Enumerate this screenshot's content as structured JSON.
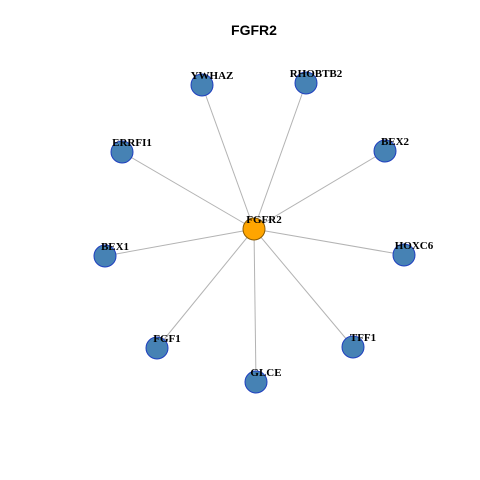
{
  "title": "FGFR2",
  "colors": {
    "hub_fill": "#FFA500",
    "hub_stroke": "#8B5A00",
    "node_fill": "#4682B4",
    "node_stroke": "#1F3FBF",
    "edge": "#B3B3B3"
  },
  "hub": {
    "id": "FGFR2",
    "label": "FGFR2"
  },
  "nodes": [
    {
      "id": "YWHAZ",
      "label": "YWHAZ"
    },
    {
      "id": "RHOBTB2",
      "label": "RHOBTB2"
    },
    {
      "id": "ERRFI1",
      "label": "ERRFI1"
    },
    {
      "id": "BEX2",
      "label": "BEX2"
    },
    {
      "id": "BEX1",
      "label": "BEX1"
    },
    {
      "id": "HOXC6",
      "label": "HOXC6"
    },
    {
      "id": "FGF1",
      "label": "FGF1"
    },
    {
      "id": "TFF1",
      "label": "TFF1"
    },
    {
      "id": "GLCE",
      "label": "GLCE"
    }
  ],
  "edges": [
    {
      "source": "FGFR2",
      "target": "YWHAZ"
    },
    {
      "source": "FGFR2",
      "target": "RHOBTB2"
    },
    {
      "source": "FGFR2",
      "target": "ERRFI1"
    },
    {
      "source": "FGFR2",
      "target": "BEX2"
    },
    {
      "source": "FGFR2",
      "target": "BEX1"
    },
    {
      "source": "FGFR2",
      "target": "HOXC6"
    },
    {
      "source": "FGFR2",
      "target": "FGF1"
    },
    {
      "source": "FGFR2",
      "target": "TFF1"
    },
    {
      "source": "FGFR2",
      "target": "GLCE"
    }
  ]
}
